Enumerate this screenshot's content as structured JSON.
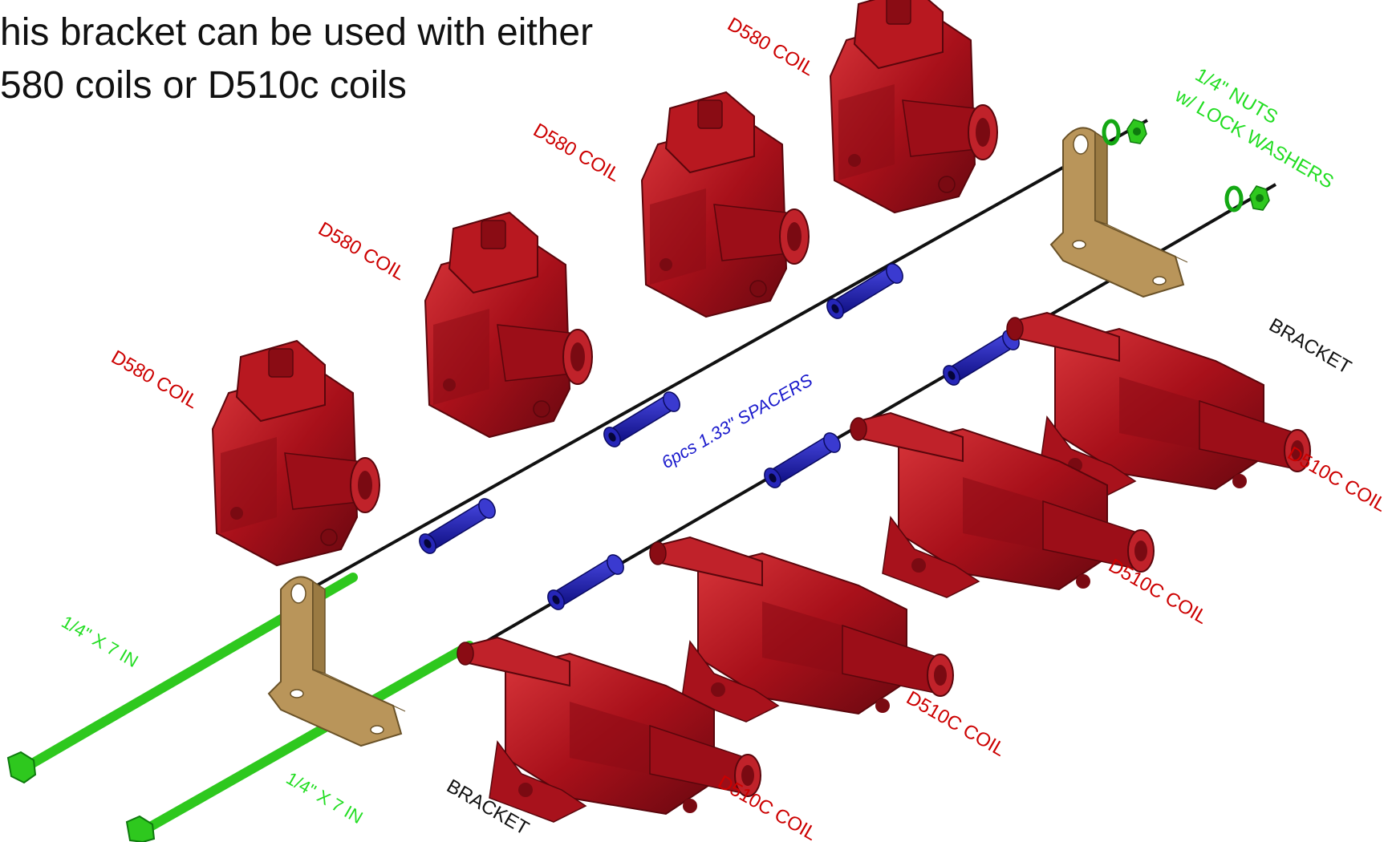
{
  "heading": {
    "line1": "his bracket can be used with either",
    "line2": "580 coils or D510c coils"
  },
  "labels": {
    "d580_coil": "D580 COIL",
    "d510c_coil": "D510C COIL",
    "nuts_line1": "1/4\" NUTS",
    "nuts_line2": "w/ LOCK WASHERS",
    "bracket": "BRACKET",
    "spacers": "6pcs  1.33\" SPACERS",
    "bolt": "1/4\" X 7 IN"
  },
  "colors": {
    "coil_red": "#a8101a",
    "coil_red_dark": "#6e0a10",
    "coil_red_light": "#d02a30",
    "spacer_blue": "#1a1aa8",
    "bolt_green": "#2ec81e",
    "bracket_tan": "#b9955a",
    "label_red": "#cc0000",
    "label_green": "#22dd22",
    "label_blue": "#1a1acc",
    "label_black": "#111111"
  },
  "icons": {
    "coil": "ignition-coil-icon",
    "spacer": "spacer-icon",
    "bolt": "bolt-icon",
    "nut": "nut-icon",
    "bracket": "bracket-icon"
  }
}
